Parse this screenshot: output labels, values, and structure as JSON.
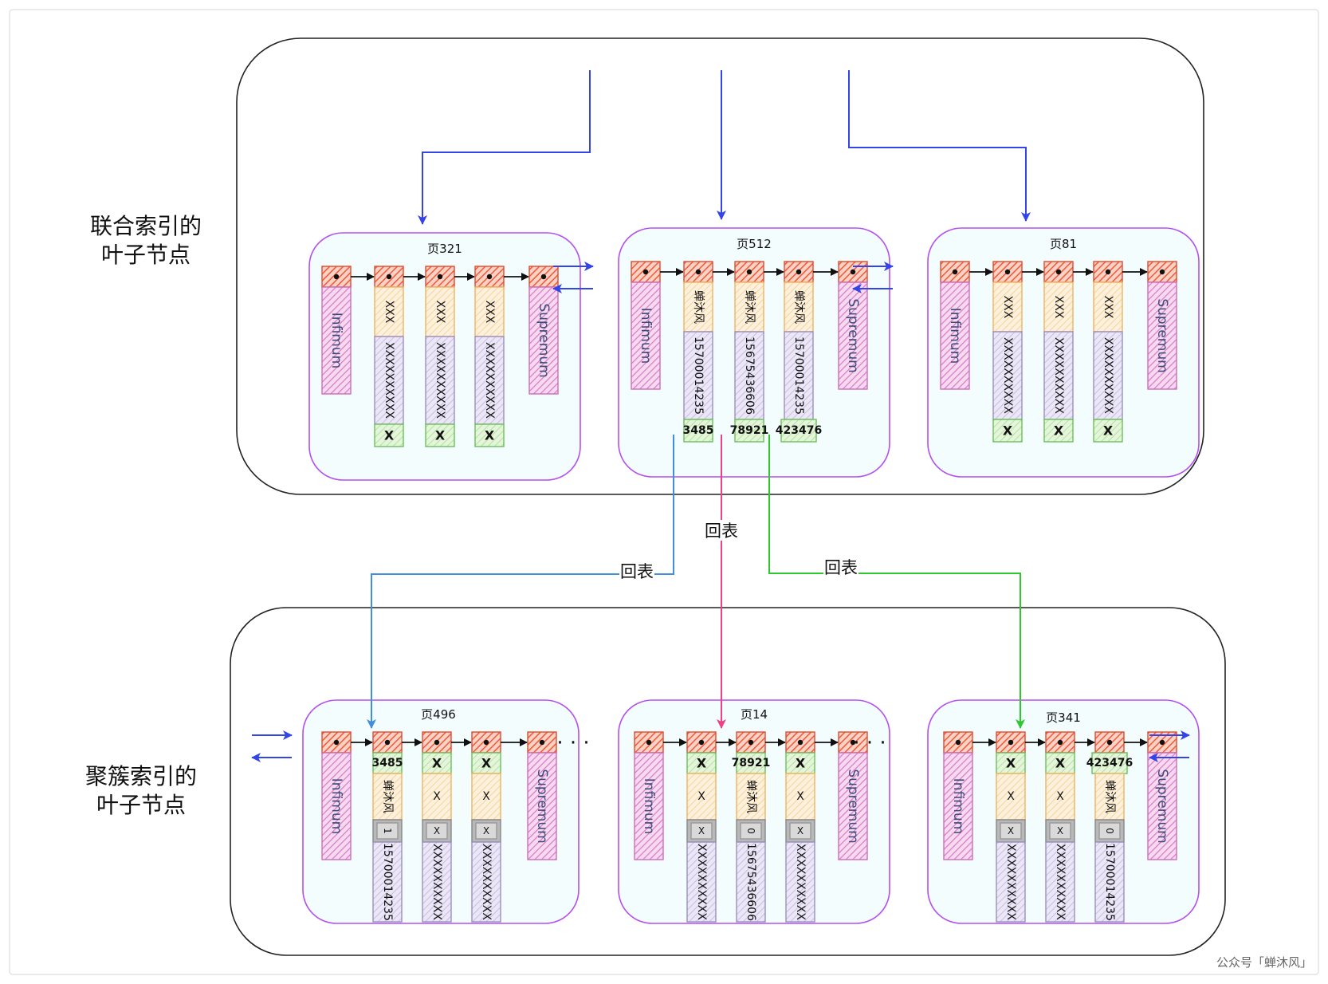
{
  "labels": {
    "upper_line1": "联合索引的",
    "upper_line2": "叶子节点",
    "lower_line1": "聚簇索引的",
    "lower_line2": "叶子节点",
    "back_to_table": "回表",
    "footer": "公众号「蝉沐风」",
    "ellipsis": "· · ·"
  },
  "colors": {
    "blue_arrow": "#3344e8",
    "light_blue": "#3f8ee0",
    "pink": "#ef3f86",
    "green": "#2ec82e",
    "purple": "#b44ff0",
    "page_bg": "#f3fdfd",
    "header_fill": "#f26d4e",
    "infimum_fill": "#e695d6",
    "field_fill": "#fbe5c2",
    "id_fill": "#d4edc4",
    "grey_fill": "#b9b9b9"
  },
  "upper_pages": [
    {
      "title": "页321",
      "infimum": "Infimum",
      "supremum": "Supremum",
      "records": [
        {
          "f1": "XXX",
          "f2": "XXXXXXXXXX",
          "id": "X"
        },
        {
          "f1": "XXX",
          "f2": "XXXXXXXXXX",
          "id": "X"
        },
        {
          "f1": "XXX",
          "f2": "XXXXXXXXXX",
          "id": "X"
        }
      ]
    },
    {
      "title": "页512",
      "infimum": "Infimum",
      "supremum": "Supremum",
      "records": [
        {
          "f1": "蝉沐风",
          "f2": "15700014235",
          "id": "3485"
        },
        {
          "f1": "蝉沐风",
          "f2": "15675436606",
          "id": "78921"
        },
        {
          "f1": "蝉沐风",
          "f2": "15700014235",
          "id": "423476"
        }
      ]
    },
    {
      "title": "页81",
      "infimum": "Infimum",
      "supremum": "Supremum",
      "records": [
        {
          "f1": "XXX",
          "f2": "XXXXXXXXXX",
          "id": "X"
        },
        {
          "f1": "XXX",
          "f2": "XXXXXXXXXX",
          "id": "X"
        },
        {
          "f1": "XXX",
          "f2": "XXXXXXXXXX",
          "id": "X"
        }
      ]
    }
  ],
  "lower_pages": [
    {
      "title": "页496",
      "infimum": "Infimum",
      "supremum": "Supremum",
      "records": [
        {
          "id": "3485",
          "f1": "蝉沐风",
          "g": "1",
          "f2": "15700014235"
        },
        {
          "id": "X",
          "f1": "X",
          "g": "X",
          "f2": "XXXXXXXXXX"
        },
        {
          "id": "X",
          "f1": "X",
          "g": "X",
          "f2": "XXXXXXXXXX"
        }
      ]
    },
    {
      "title": "页14",
      "infimum": "Infimum",
      "supremum": "Supremum",
      "records": [
        {
          "id": "X",
          "f1": "X",
          "g": "X",
          "f2": "XXXXXXXXXX"
        },
        {
          "id": "78921",
          "f1": "蝉沐风",
          "g": "0",
          "f2": "15675436606"
        },
        {
          "id": "X",
          "f1": "X",
          "g": "X",
          "f2": "XXXXXXXXXX"
        }
      ]
    },
    {
      "title": "页341",
      "infimum": "Infimum",
      "supremum": "Supremum",
      "records": [
        {
          "id": "X",
          "f1": "X",
          "g": "X",
          "f2": "XXXXXXXXXX"
        },
        {
          "id": "X",
          "f1": "X",
          "g": "X",
          "f2": "XXXXXXXXXX"
        },
        {
          "id": "423476",
          "f1": "蝉沐风",
          "g": "0",
          "f2": "15700014235"
        }
      ]
    }
  ]
}
